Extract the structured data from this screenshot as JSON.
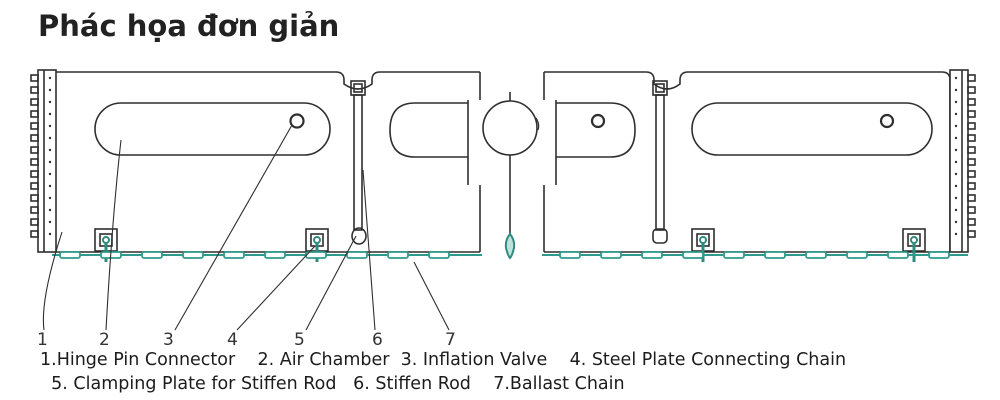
{
  "title": "Phác họa đơn giản",
  "colors": {
    "outline": "#2f2f2f",
    "chain": "#2e9a8c",
    "chain_dark": "#1f6f66",
    "valve": "#2e8c7e"
  },
  "callouts": [
    "1",
    "2",
    "3",
    "4",
    "5",
    "6",
    "7"
  ],
  "legend": [
    "1.Hinge Pin Connector",
    "2. Air Chamber",
    "3. Inflation Valve",
    "4. Steel Plate Connecting Chain",
    "5. Clamping Plate for Stiffen Rod",
    "6. Stiffen Rod",
    "7.Ballast Chain"
  ]
}
